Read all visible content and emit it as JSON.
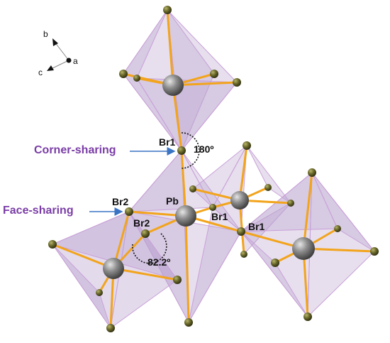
{
  "annotations": {
    "corner_sharing": "Corner-sharing",
    "face_sharing": "Face-sharing",
    "angle_180": "180º",
    "angle_82": "82.2º"
  },
  "atoms": {
    "br1_top": "Br1",
    "br2_left": "Br2",
    "br2_mid": "Br2",
    "pb": "Pb",
    "br1_mid": "Br1",
    "br1_right": "Br1"
  },
  "axes": {
    "a": "a",
    "b": "b",
    "c": "c"
  },
  "colors": {
    "octahedron_fill": "#b9a3cf",
    "octahedron_edge": "#c9a0d8",
    "bond": "#f2a41c",
    "pb_atom": "#808080",
    "br_atom": "#6b6a2c",
    "label_purple": "#7a3da6",
    "arrow_blue": "#3a74c4"
  }
}
